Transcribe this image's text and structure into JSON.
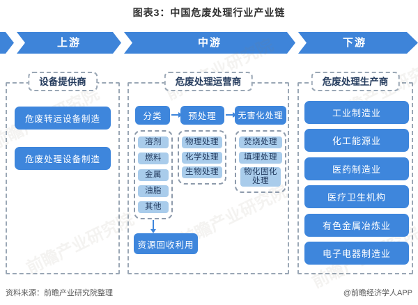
{
  "title": "图表3：中国危废处理行业产业链",
  "ribbon": {
    "stages": [
      {
        "label": "上游"
      },
      {
        "label": "中游"
      },
      {
        "label": "下游"
      }
    ]
  },
  "columns": {
    "upstream": {
      "header": "设备提供商",
      "items": [
        "危废转运设备制造",
        "危废处理设备制造"
      ]
    },
    "midstream": {
      "header": "危废处理运营商",
      "steps": [
        {
          "label": "分类",
          "sub": [
            "溶剂",
            "燃料",
            "金属",
            "油脂",
            "其他"
          ]
        },
        {
          "label": "预处理",
          "sub": [
            "物理处理",
            "化学处理",
            "生物处理"
          ]
        },
        {
          "label": "无害化处理",
          "sub": [
            "焚烧处理",
            "填埋处理",
            "物化固化处理"
          ]
        }
      ],
      "recycle": "资源回收利用"
    },
    "downstream": {
      "header": "危废处理生产商",
      "items": [
        "工业制造业",
        "化工能源业",
        "医药制造业",
        "医疗卫生机构",
        "有色金属冶炼业",
        "电子电器制造业"
      ]
    }
  },
  "footer": {
    "source": "资料来源：前瞻产业研究院整理",
    "credit": "@前瞻经济学人APP"
  },
  "watermark": "前瞻产业研究院",
  "colors": {
    "accent_blue": "#3e86dc",
    "light_blue": "#a9cceb",
    "dark_navy_text": "#233a5c",
    "dashed_border": "#9aa7b5"
  }
}
